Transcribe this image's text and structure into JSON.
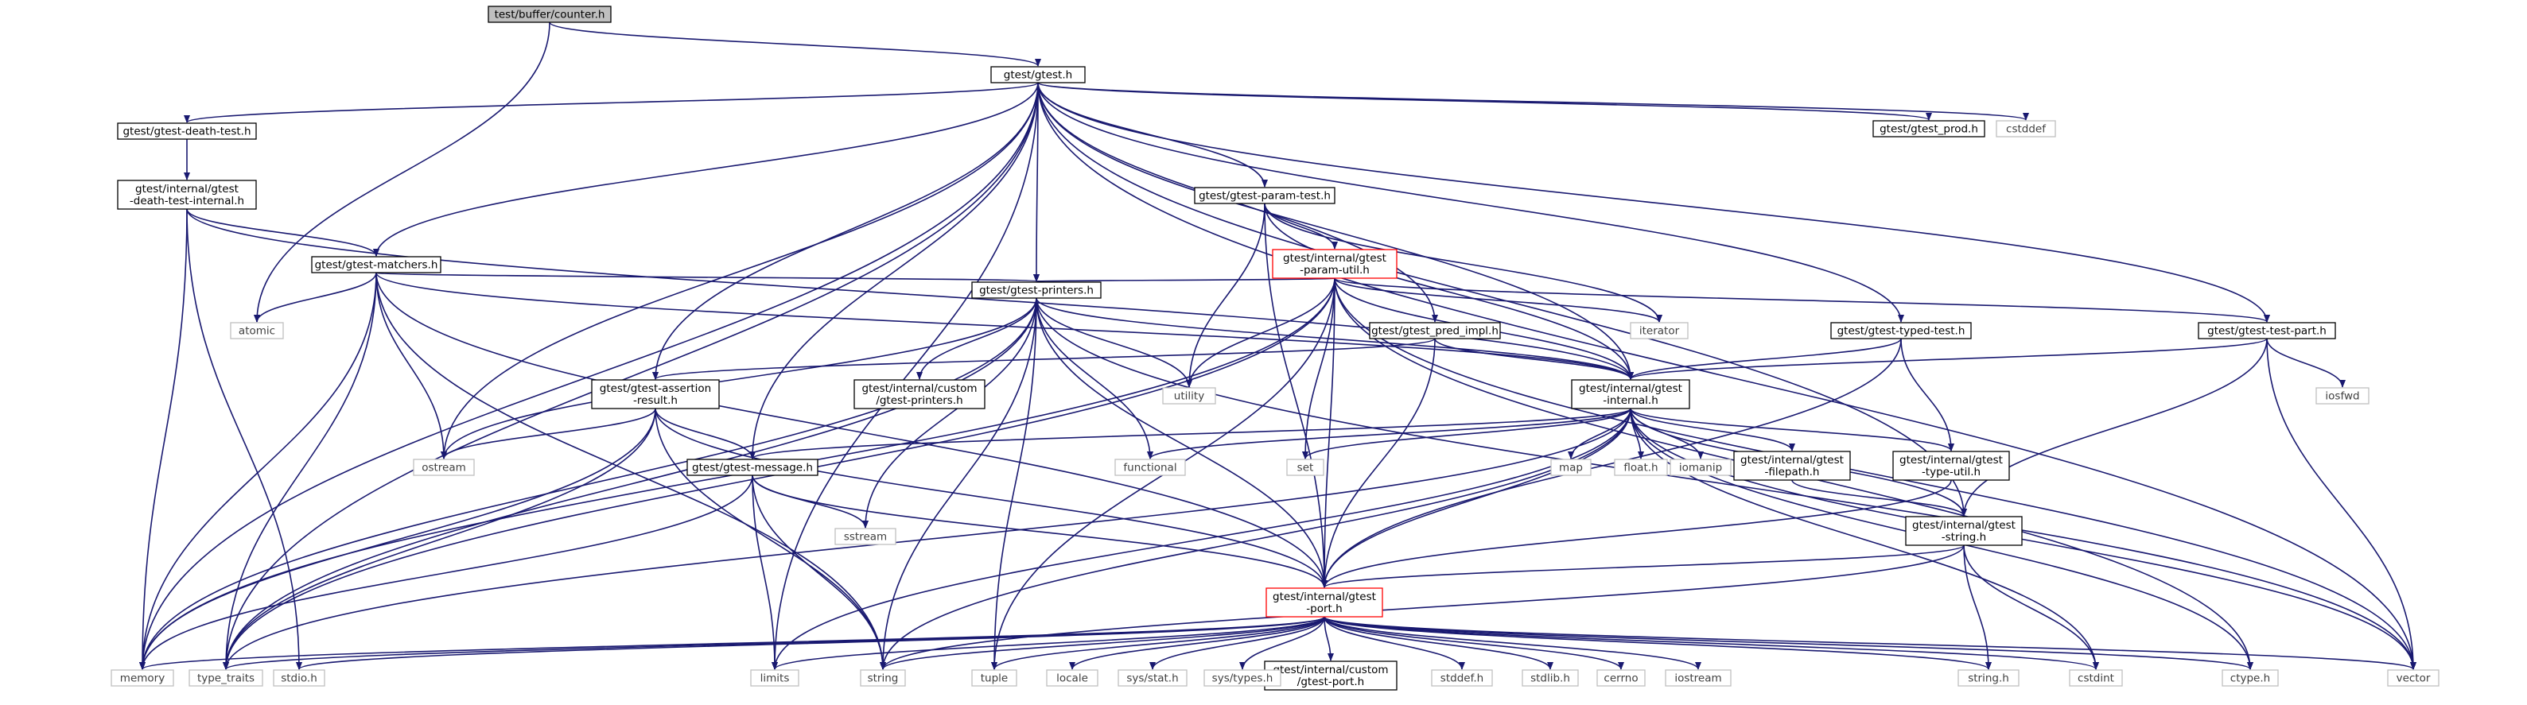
{
  "colors": {
    "edge": "#191970",
    "box_border": "#000000",
    "box_border_muted": "#bfbfbf",
    "box_border_highlight": "#ff0000",
    "box_fill": "#ffffff",
    "root_fill": "#bfbfbf",
    "text": "#000000",
    "text_muted": "#404040"
  },
  "graph": {
    "nodes": [
      {
        "id": "counter",
        "label": "test/buffer/counter.h",
        "style": "root"
      },
      {
        "id": "gtest",
        "label": "gtest/gtest.h",
        "style": "normal"
      },
      {
        "id": "death_test",
        "label": "gtest/gtest-death-test.h",
        "style": "normal"
      },
      {
        "id": "death_test_internal",
        "label": "gtest/internal/gtest\n-death-test-internal.h",
        "style": "normal"
      },
      {
        "id": "matchers",
        "label": "gtest/gtest-matchers.h",
        "style": "normal"
      },
      {
        "id": "param_test",
        "label": "gtest/gtest-param-test.h",
        "style": "normal"
      },
      {
        "id": "param_util",
        "label": "gtest/internal/gtest\n-param-util.h",
        "style": "highlight"
      },
      {
        "id": "printers",
        "label": "gtest/gtest-printers.h",
        "style": "normal"
      },
      {
        "id": "pred_impl",
        "label": "gtest/gtest_pred_impl.h",
        "style": "normal"
      },
      {
        "id": "typed_test",
        "label": "gtest/gtest-typed-test.h",
        "style": "normal"
      },
      {
        "id": "test_part",
        "label": "gtest/gtest-test-part.h",
        "style": "normal"
      },
      {
        "id": "gtest_prod",
        "label": "gtest/gtest_prod.h",
        "style": "normal"
      },
      {
        "id": "assertion_result",
        "label": "gtest/gtest-assertion\n-result.h",
        "style": "normal"
      },
      {
        "id": "custom_printers",
        "label": "gtest/internal/custom\n/gtest-printers.h",
        "style": "normal"
      },
      {
        "id": "internal",
        "label": "gtest/internal/gtest\n-internal.h",
        "style": "normal"
      },
      {
        "id": "message",
        "label": "gtest/gtest-message.h",
        "style": "normal"
      },
      {
        "id": "filepath",
        "label": "gtest/internal/gtest\n-filepath.h",
        "style": "normal"
      },
      {
        "id": "type_util",
        "label": "gtest/internal/gtest\n-type-util.h",
        "style": "normal"
      },
      {
        "id": "string_h_gt",
        "label": "gtest/internal/gtest\n-string.h",
        "style": "normal"
      },
      {
        "id": "port",
        "label": "gtest/internal/gtest\n-port.h",
        "style": "highlight"
      },
      {
        "id": "custom_port",
        "label": "gtest/internal/custom\n/gtest-port.h",
        "style": "normal"
      },
      {
        "id": "cstddef",
        "label": "cstddef",
        "style": "muted"
      },
      {
        "id": "atomic",
        "label": "atomic",
        "style": "muted"
      },
      {
        "id": "iterator",
        "label": "iterator",
        "style": "muted"
      },
      {
        "id": "iosfwd",
        "label": "iosfwd",
        "style": "muted"
      },
      {
        "id": "utility",
        "label": "utility",
        "style": "muted"
      },
      {
        "id": "ostream",
        "label": "ostream",
        "style": "muted"
      },
      {
        "id": "functional",
        "label": "functional",
        "style": "muted"
      },
      {
        "id": "set",
        "label": "set",
        "style": "muted"
      },
      {
        "id": "map",
        "label": "map",
        "style": "muted"
      },
      {
        "id": "float_h",
        "label": "float.h",
        "style": "muted"
      },
      {
        "id": "iomanip",
        "label": "iomanip",
        "style": "muted"
      },
      {
        "id": "sstream",
        "label": "sstream",
        "style": "muted"
      },
      {
        "id": "memory",
        "label": "memory",
        "style": "muted"
      },
      {
        "id": "type_traits",
        "label": "type_traits",
        "style": "muted"
      },
      {
        "id": "stdio_h",
        "label": "stdio.h",
        "style": "muted"
      },
      {
        "id": "limits",
        "label": "limits",
        "style": "muted"
      },
      {
        "id": "string",
        "label": "string",
        "style": "muted"
      },
      {
        "id": "tuple",
        "label": "tuple",
        "style": "muted"
      },
      {
        "id": "locale",
        "label": "locale",
        "style": "muted"
      },
      {
        "id": "sys_stat",
        "label": "sys/stat.h",
        "style": "muted"
      },
      {
        "id": "sys_types",
        "label": "sys/types.h",
        "style": "muted"
      },
      {
        "id": "stddef_h",
        "label": "stddef.h",
        "style": "muted"
      },
      {
        "id": "stdlib_h",
        "label": "stdlib.h",
        "style": "muted"
      },
      {
        "id": "cerrno",
        "label": "cerrno",
        "style": "muted"
      },
      {
        "id": "iostream",
        "label": "iostream",
        "style": "muted"
      },
      {
        "id": "string_h",
        "label": "string.h",
        "style": "muted"
      },
      {
        "id": "cstdint",
        "label": "cstdint",
        "style": "muted"
      },
      {
        "id": "ctype_h",
        "label": "ctype.h",
        "style": "muted"
      },
      {
        "id": "vector",
        "label": "vector",
        "style": "muted"
      }
    ],
    "edges": [
      [
        "counter",
        "gtest"
      ],
      [
        "counter",
        "atomic"
      ],
      [
        "gtest",
        "death_test"
      ],
      [
        "gtest",
        "matchers"
      ],
      [
        "gtest",
        "param_test"
      ],
      [
        "gtest",
        "printers"
      ],
      [
        "gtest",
        "pred_impl"
      ],
      [
        "gtest",
        "typed_test"
      ],
      [
        "gtest",
        "test_part"
      ],
      [
        "gtest",
        "gtest_prod"
      ],
      [
        "gtest",
        "cstddef"
      ],
      [
        "gtest",
        "assertion_result"
      ],
      [
        "gtest",
        "message"
      ],
      [
        "gtest",
        "internal"
      ],
      [
        "gtest",
        "string_h_gt"
      ],
      [
        "gtest",
        "memory"
      ],
      [
        "gtest",
        "type_traits"
      ],
      [
        "gtest",
        "ostream"
      ],
      [
        "gtest",
        "limits"
      ],
      [
        "gtest",
        "vector"
      ],
      [
        "death_test",
        "death_test_internal"
      ],
      [
        "death_test_internal",
        "matchers"
      ],
      [
        "death_test_internal",
        "internal"
      ],
      [
        "death_test_internal",
        "stdio_h"
      ],
      [
        "death_test_internal",
        "memory"
      ],
      [
        "matchers",
        "printers"
      ],
      [
        "matchers",
        "internal"
      ],
      [
        "matchers",
        "port"
      ],
      [
        "matchers",
        "atomic"
      ],
      [
        "matchers",
        "ostream"
      ],
      [
        "matchers",
        "memory"
      ],
      [
        "matchers",
        "type_traits"
      ],
      [
        "matchers",
        "string"
      ],
      [
        "param_test",
        "param_util"
      ],
      [
        "param_test",
        "internal"
      ],
      [
        "param_test",
        "port"
      ],
      [
        "param_test",
        "utility"
      ],
      [
        "param_test",
        "iterator"
      ],
      [
        "param_util",
        "printers"
      ],
      [
        "param_util",
        "internal"
      ],
      [
        "param_util",
        "port"
      ],
      [
        "param_util",
        "test_part"
      ],
      [
        "param_util",
        "iterator"
      ],
      [
        "param_util",
        "utility"
      ],
      [
        "param_util",
        "set"
      ],
      [
        "param_util",
        "memory"
      ],
      [
        "param_util",
        "tuple"
      ],
      [
        "param_util",
        "type_traits"
      ],
      [
        "param_util",
        "ctype_h"
      ],
      [
        "param_util",
        "vector"
      ],
      [
        "printers",
        "custom_printers"
      ],
      [
        "printers",
        "internal"
      ],
      [
        "printers",
        "port"
      ],
      [
        "printers",
        "utility"
      ],
      [
        "printers",
        "ostream"
      ],
      [
        "printers",
        "functional"
      ],
      [
        "printers",
        "sstream"
      ],
      [
        "printers",
        "memory"
      ],
      [
        "printers",
        "type_traits"
      ],
      [
        "printers",
        "string"
      ],
      [
        "printers",
        "tuple"
      ],
      [
        "printers",
        "vector"
      ],
      [
        "pred_impl",
        "assertion_result"
      ],
      [
        "pred_impl",
        "internal"
      ],
      [
        "pred_impl",
        "port"
      ],
      [
        "typed_test",
        "internal"
      ],
      [
        "typed_test",
        "type_util"
      ],
      [
        "typed_test",
        "port"
      ],
      [
        "test_part",
        "internal"
      ],
      [
        "test_part",
        "string_h_gt"
      ],
      [
        "test_part",
        "iosfwd"
      ],
      [
        "test_part",
        "vector"
      ],
      [
        "assertion_result",
        "message"
      ],
      [
        "assertion_result",
        "port"
      ],
      [
        "assertion_result",
        "ostream"
      ],
      [
        "assertion_result",
        "memory"
      ],
      [
        "assertion_result",
        "string"
      ],
      [
        "assertion_result",
        "type_traits"
      ],
      [
        "internal",
        "message"
      ],
      [
        "internal",
        "filepath"
      ],
      [
        "internal",
        "type_util"
      ],
      [
        "internal",
        "string_h_gt"
      ],
      [
        "internal",
        "port"
      ],
      [
        "internal",
        "functional"
      ],
      [
        "internal",
        "set"
      ],
      [
        "internal",
        "map"
      ],
      [
        "internal",
        "float_h"
      ],
      [
        "internal",
        "iomanip"
      ],
      [
        "internal",
        "limits"
      ],
      [
        "internal",
        "string"
      ],
      [
        "internal",
        "type_traits"
      ],
      [
        "internal",
        "cstdint"
      ],
      [
        "internal",
        "ctype_h"
      ],
      [
        "internal",
        "vector"
      ],
      [
        "message",
        "port"
      ],
      [
        "message",
        "sstream"
      ],
      [
        "message",
        "memory"
      ],
      [
        "message",
        "limits"
      ],
      [
        "message",
        "string"
      ],
      [
        "filepath",
        "string_h_gt"
      ],
      [
        "type_util",
        "port"
      ],
      [
        "string_h_gt",
        "port"
      ],
      [
        "string_h_gt",
        "string_h"
      ],
      [
        "string_h_gt",
        "cstdint"
      ],
      [
        "string_h_gt",
        "string"
      ],
      [
        "port",
        "custom_port"
      ],
      [
        "port",
        "memory"
      ],
      [
        "port",
        "type_traits"
      ],
      [
        "port",
        "stdio_h"
      ],
      [
        "port",
        "limits"
      ],
      [
        "port",
        "string"
      ],
      [
        "port",
        "tuple"
      ],
      [
        "port",
        "locale"
      ],
      [
        "port",
        "sys_stat"
      ],
      [
        "port",
        "sys_types"
      ],
      [
        "port",
        "stddef_h"
      ],
      [
        "port",
        "stdlib_h"
      ],
      [
        "port",
        "cerrno"
      ],
      [
        "port",
        "iostream"
      ],
      [
        "port",
        "string_h"
      ],
      [
        "port",
        "cstdint"
      ],
      [
        "port",
        "ctype_h"
      ],
      [
        "port",
        "vector"
      ]
    ]
  }
}
